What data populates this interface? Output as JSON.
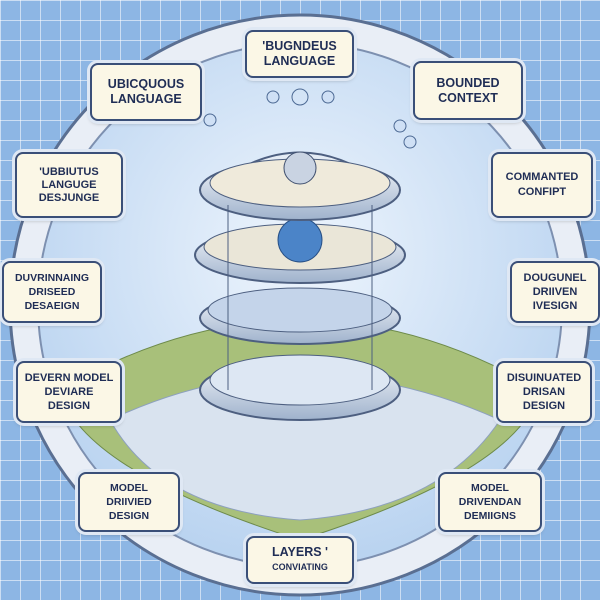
{
  "labels": {
    "top": {
      "lines": [
        "'BUGNDEUS",
        "LANGUAGE"
      ]
    },
    "ubiquitous": {
      "lines": [
        "UBICQUOUS",
        "LANGUAGE"
      ]
    },
    "bounded": {
      "lines": [
        "BOUNDED",
        "CONTEXT"
      ]
    },
    "left1": {
      "lines": [
        "'UBBIUTUS",
        "LANGUGE",
        "DESJUNGE"
      ]
    },
    "right1": {
      "lines": [
        "COMMANTED",
        "CONFIPT"
      ]
    },
    "left2": {
      "lines": [
        "DUVRINNAING",
        "DRISEED",
        "DESAEIGN"
      ]
    },
    "right2": {
      "lines": [
        "DOUGUNEL",
        "DRIIVEN",
        "IVESIGN"
      ]
    },
    "left3": {
      "lines": [
        "DEVERN MODEL",
        "DEVIARE",
        "DESIGN"
      ]
    },
    "right3": {
      "lines": [
        "DISUINUATED",
        "DRISAN",
        "DESIGN"
      ]
    },
    "bottomleft": {
      "lines": [
        "MODEL",
        "DRIIVIED",
        "DESIGN"
      ]
    },
    "bottomright": {
      "lines": [
        "MODEL",
        "DRIVENDAN",
        "DEMIIGNS"
      ]
    },
    "bottom": {
      "lines": [
        "LAYERS '",
        "CONVIATING"
      ]
    }
  },
  "colors": {
    "background": "#8db6e4",
    "label_bg": "#fbf7e6",
    "label_border": "#3a4f78",
    "ring": "#e9eef6"
  }
}
